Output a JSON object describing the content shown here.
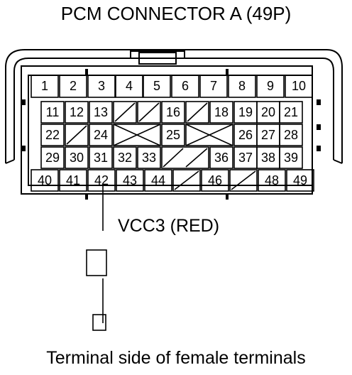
{
  "title": "PCM CONNECTOR A (49P)",
  "wire_label": "VCC3 (RED)",
  "footer": "Terminal side of female terminals",
  "highlighted_terminal": "42",
  "rows": [
    [
      "1",
      "2",
      "3",
      "4",
      "5",
      "6",
      "7",
      "8",
      "9",
      "10"
    ],
    [
      "11",
      "12",
      "13",
      "",
      "",
      "16",
      "",
      "18",
      "19",
      "20",
      "21"
    ],
    [
      "22",
      "",
      "24",
      "",
      "25",
      "",
      "26",
      "27",
      "28"
    ],
    [
      "29",
      "30",
      "31",
      "32",
      "33",
      "",
      "36",
      "37",
      "38",
      "39"
    ],
    [
      "40",
      "41",
      "42",
      "43",
      "44",
      "",
      "46",
      "",
      "48",
      "49"
    ]
  ]
}
